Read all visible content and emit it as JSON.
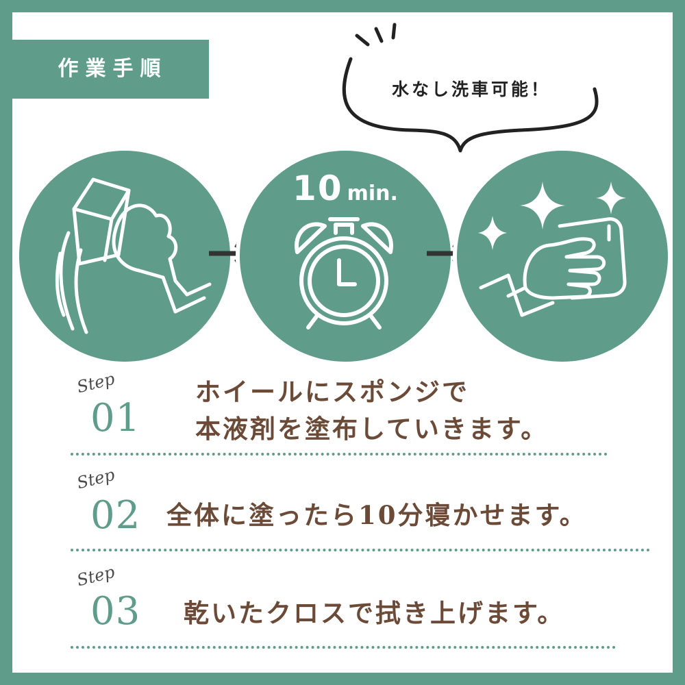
{
  "title": "作業手順",
  "bubble": {
    "text": "水なし洗車可能！"
  },
  "timer": {
    "number": "10",
    "unit": "min."
  },
  "steps": [
    {
      "label": "Step",
      "number": "01",
      "lines": [
        "ホイールにスポンジで",
        "本液剤を塗布していきます。"
      ]
    },
    {
      "label": "Step",
      "number": "02",
      "lines": [
        "全体に塗ったら10分寝かせます。"
      ]
    },
    {
      "label": "Step",
      "number": "03",
      "lines": [
        "乾いたクロスで拭き上げます。"
      ]
    }
  ],
  "colors": {
    "accent": "#5f9c89",
    "text_brown": "#6b4a38",
    "arrow": "#333333"
  },
  "icons": [
    "sponge-wipe-icon",
    "alarm-clock-icon",
    "sparkle-shine-icon",
    "arrow-right-icon"
  ]
}
